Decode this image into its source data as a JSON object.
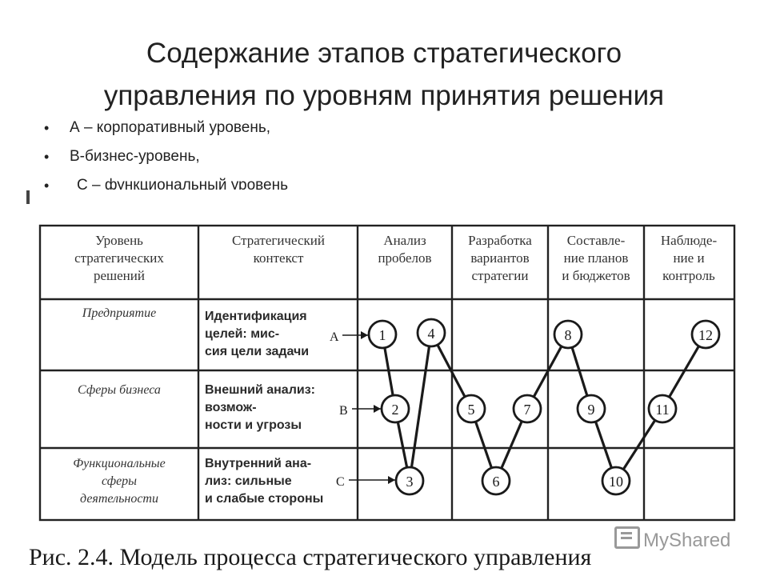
{
  "title": {
    "line1": "Содержание этапов стратегического",
    "line2": "управления по уровням принятия решения"
  },
  "bullets": [
    "А – корпоративный уровень,",
    "В-бизнес-уровень,",
    "С – функциональный уровень"
  ],
  "diagram": {
    "headers": [
      [
        "Уровень",
        "стратегических",
        "решений"
      ],
      [
        "Стратегический",
        "контекст"
      ],
      [
        "Анализ",
        "пробелов"
      ],
      [
        "Разработка",
        "вариантов",
        "стратегии"
      ],
      [
        "Составле-",
        "ние планов",
        "и бюджетов"
      ],
      [
        "Наблюде-",
        "ние и",
        "контроль"
      ]
    ],
    "levels": [
      [
        "Предприятие"
      ],
      [
        "Сферы бизнеса"
      ],
      [
        "Функциональные",
        "сферы",
        "деятельности"
      ]
    ],
    "contexts": [
      [
        "Идентификация",
        "целей: мис-",
        "сия цели задачи"
      ],
      [
        "Внешний анализ:",
        "возмож-",
        "ности и угрозы"
      ],
      [
        "Внутренний ана-",
        "лиз: сильные",
        "и слабые стороны"
      ]
    ],
    "arrow_labels": [
      "А",
      "В",
      "С"
    ],
    "nodes": [
      {
        "label": "1",
        "level": "A"
      },
      {
        "label": "2",
        "level": "B"
      },
      {
        "label": "3",
        "level": "C"
      },
      {
        "label": "4",
        "level": "A"
      },
      {
        "label": "5",
        "level": "B"
      },
      {
        "label": "6",
        "level": "C"
      },
      {
        "label": "7",
        "level": "B"
      },
      {
        "label": "8",
        "level": "A"
      },
      {
        "label": "9",
        "level": "B"
      },
      {
        "label": "10",
        "level": "C"
      },
      {
        "label": "11",
        "level": "B"
      },
      {
        "label": "12",
        "level": "A"
      }
    ]
  },
  "caption": "Рис. 2.4. Модель процесса стратегического управления",
  "watermark": "MyShared"
}
